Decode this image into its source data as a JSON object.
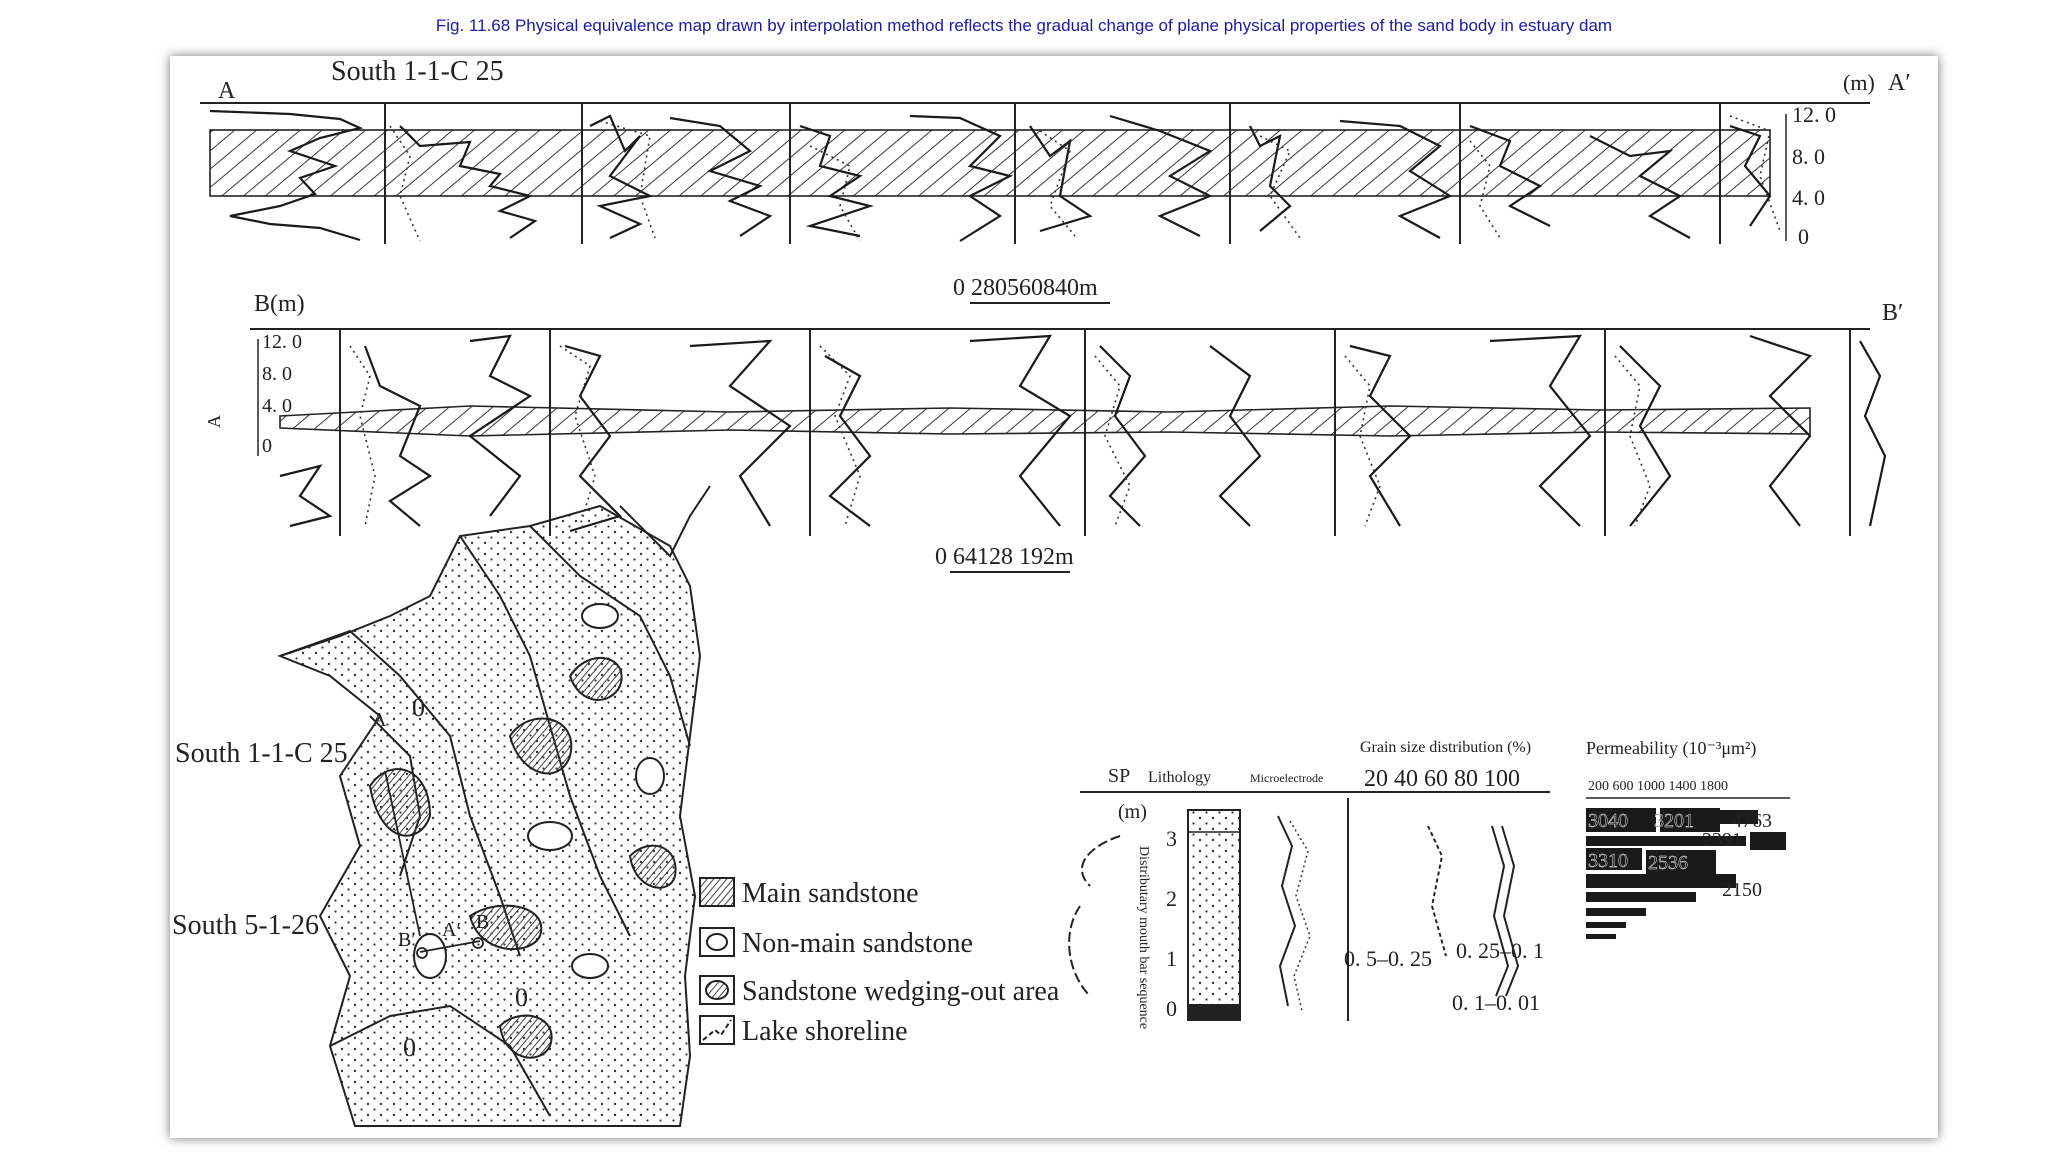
{
  "caption": "Fig. 11.68 Physical equivalence map drawn by interpolation method reflects the gradual change of plane physical properties of the sand body in estuary dam",
  "section_a": {
    "start_label": "A",
    "well_label": "South 1-1-C 25",
    "unit_label": "(m)",
    "end_label": "A′",
    "depth_ticks": [
      "12. 0",
      "8. 0",
      "4. 0",
      "0"
    ],
    "scale_bar": "0 280560840m"
  },
  "section_b": {
    "start_label": "B(m)",
    "end_label": "B′",
    "depth_ticks": [
      "12. 0",
      "8. 0",
      "4. 0",
      "0"
    ],
    "side_label": "A",
    "scale_bar": "0  64128 192m"
  },
  "map": {
    "well_label_1": "South 1-1-C 25",
    "well_label_2": "South 5-1-26",
    "point_labels": [
      "A",
      "B′",
      "A′",
      "B"
    ],
    "contour_labels": [
      "0",
      "0",
      "0"
    ]
  },
  "legend": {
    "items": [
      {
        "icon": "main-sandstone-symbol",
        "label": "Main sandstone"
      },
      {
        "icon": "non-main-sandstone-symbol",
        "label": "Non-main sandstone"
      },
      {
        "icon": "wedging-out-symbol",
        "label": "Sandstone wedging-out area"
      },
      {
        "icon": "lake-shoreline-symbol",
        "label": "Lake shoreline"
      }
    ]
  },
  "column": {
    "headers": {
      "sp": "SP",
      "lithology": "Lithology",
      "microelectrode": "Microelectrode",
      "grain_size": "Grain size distribution (%)",
      "permeability": "Permeability (10⁻³μm²)"
    },
    "grain_ticks": "20  40 60 80 100",
    "perm_ticks": "200  600  1000 1400 1800",
    "unit": "(m)",
    "depth_ticks": [
      "3",
      "2",
      "1",
      "0"
    ],
    "vertical_label": "Distributary mouth bar sequence",
    "grain_ranges": [
      "0. 5–0. 25",
      "0. 25–0. 1",
      "0. 1–0. 01"
    ],
    "permeability_values": [
      "3040",
      "3201",
      "4763",
      "2391",
      "3310",
      "2536",
      "2150"
    ]
  }
}
